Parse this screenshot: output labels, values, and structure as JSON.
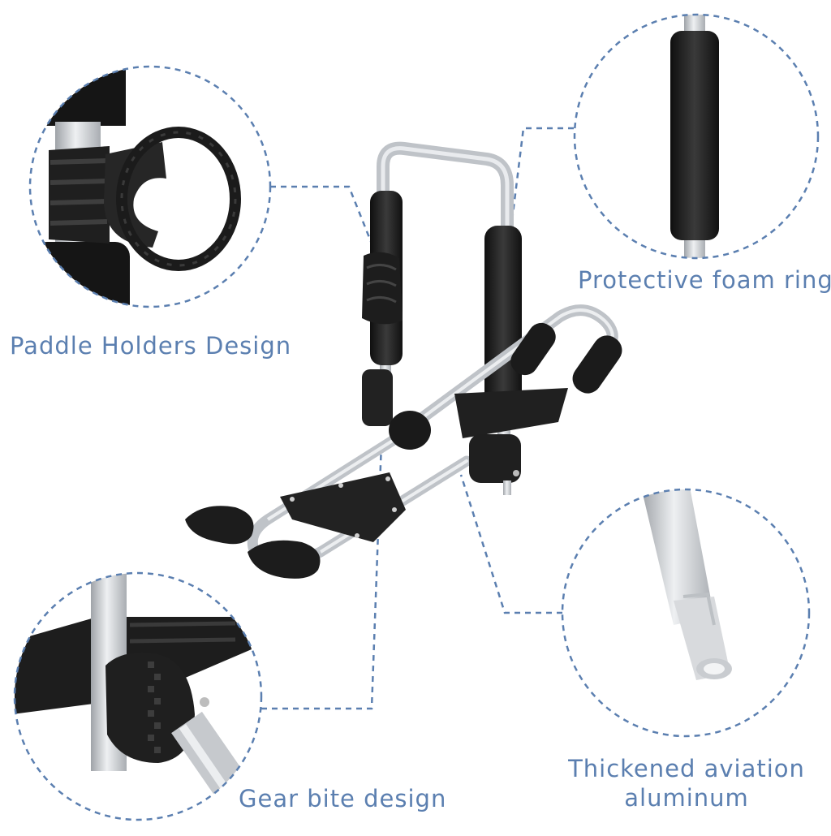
{
  "accent_color": "#5b7fb0",
  "features": [
    {
      "label": "Paddle Holders Design"
    },
    {
      "label": "Protective foam ring"
    },
    {
      "label": "Gear bite design"
    },
    {
      "label_lines": [
        "Thickened aviation",
        "aluminum"
      ]
    }
  ],
  "colors": {
    "foam": "#1e1e1e",
    "aluminum": "#c9ccd0",
    "plastic": "#2b2b2b"
  }
}
